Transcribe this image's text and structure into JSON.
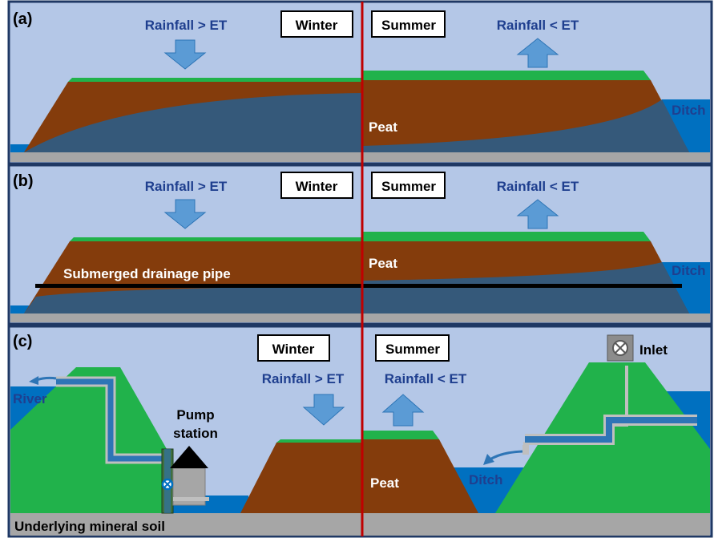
{
  "colors": {
    "sky": "#b4c7e7",
    "peat": "#843c0c",
    "water": "#35597a",
    "grass": "#21b24b",
    "mineral": "#a6a6a6",
    "ditch_water": "#0070c0",
    "arrow": "#5b9bd5",
    "divider": "#c00000",
    "frame": "#1f3864"
  },
  "panels": [
    {
      "id": "(a)",
      "winter": {
        "season": "Winter",
        "flux": "Rainfall > ET"
      },
      "summer": {
        "season": "Summer",
        "flux": "Rainfall < ET"
      },
      "peat_label": "Peat",
      "ditch_label": "Ditch"
    },
    {
      "id": "(b)",
      "winter": {
        "season": "Winter",
        "flux": "Rainfall > ET"
      },
      "summer": {
        "season": "Summer",
        "flux": "Rainfall < ET"
      },
      "peat_label": "Peat",
      "ditch_label": "Ditch",
      "pipe_label": "Submerged drainage pipe"
    },
    {
      "id": "(c)",
      "winter": {
        "season": "Winter",
        "flux": "Rainfall > ET"
      },
      "summer": {
        "season": "Summer",
        "flux": "Rainfall < ET"
      },
      "peat_label": "Peat",
      "ditch_label": "Ditch",
      "river_label": "River",
      "pump_label_1": "Pump",
      "pump_label_2": "station",
      "inlet_label": "Inlet",
      "mineral_label": "Underlying mineral soil"
    }
  ]
}
